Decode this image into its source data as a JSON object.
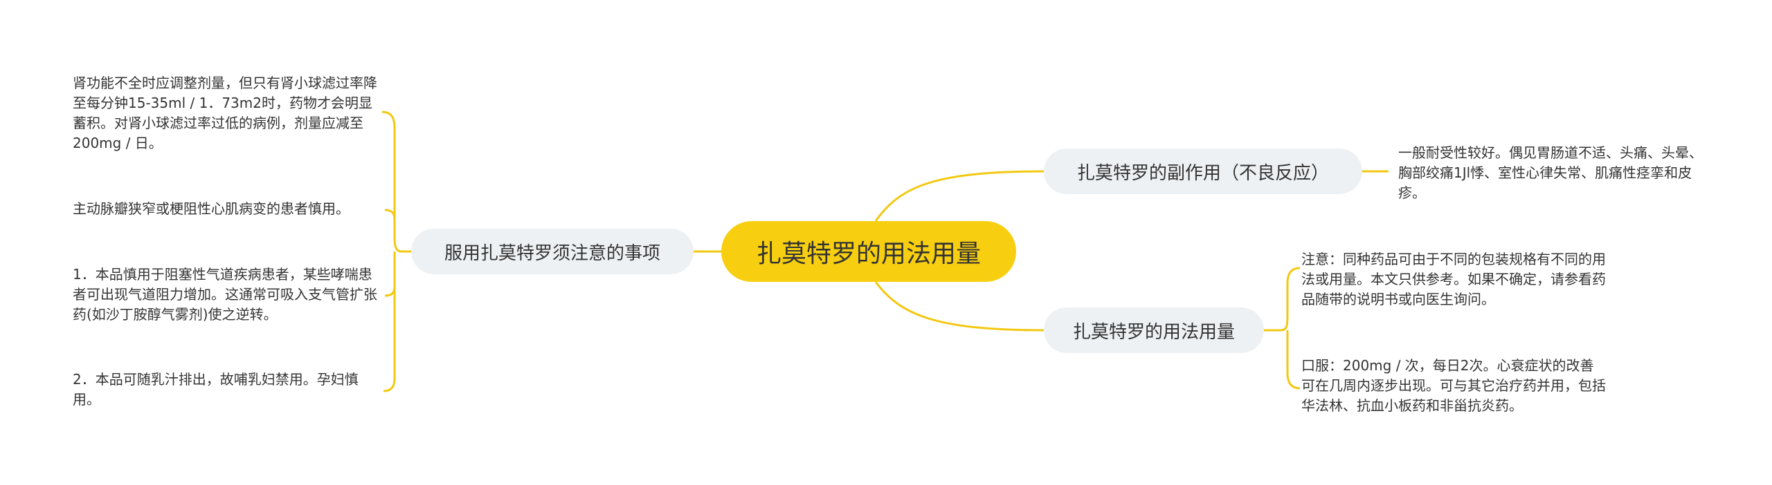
{
  "root": {
    "label": "扎莫特罗的用法用量"
  },
  "branches": {
    "side_effects": {
      "label": "扎莫特罗的副作用（不良反应）",
      "leaf": "一般耐受性较好。偶见胃肠道不适、头痛、头晕、胸部绞痛1Jl悸、室性心律失常、肌痛性痉挛和皮疹。"
    },
    "usage": {
      "label": "扎莫特罗的用法用量",
      "leaves": [
        "注意：同种药品可由于不同的包装规格有不同的用法或用量。本文只供参考。如果不确定，请参看药品随带的说明书或向医生询问。",
        "口服：200mg / 次，每日2次。心衰症状的改善可在几周内逐步出现。可与其它治疗药并用，包括华法林、抗血小板药和非甾抗炎药。"
      ]
    },
    "precautions": {
      "label": "服用扎莫特罗须注意的事项",
      "leaves": [
        "肾功能不全时应调整剂量，但只有肾小球滤过率降至每分钟15-35ml / 1．73m2时，药物才会明显蓄积。对肾小球滤过率过低的病例，剂量应减至200mg / 日。",
        "主动脉瓣狭窄或梗阻性心肌病变的患者慎用。",
        "1．本品慎用于阻塞性气道疾病患者，某些哮喘患者可出现气道阻力增加。这通常可吸入支气管扩张药(如沙丁胺醇气雾剂)使之逆转。",
        "2．本品可随乳汁排出，故哺乳妇禁用。孕妇慎用。"
      ]
    }
  },
  "colors": {
    "root_fill": "#f7cf10",
    "connector": "#f2c811",
    "pill_fill": "#eef1f4"
  }
}
